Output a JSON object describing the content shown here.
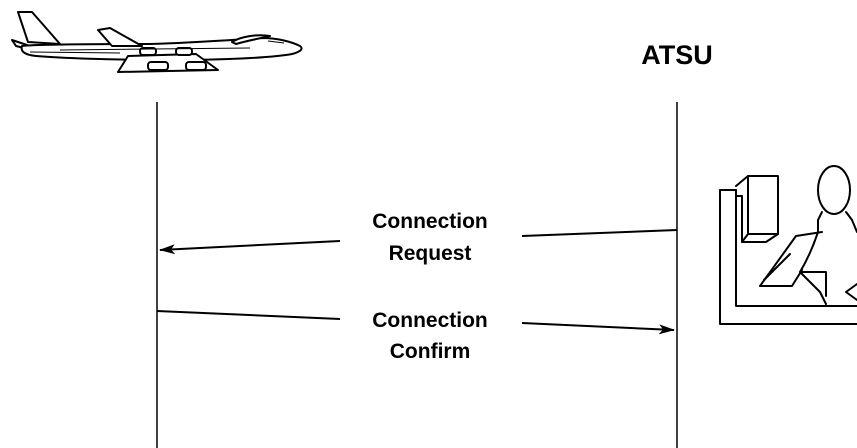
{
  "participants": {
    "aircraft_icon": "airplane-icon",
    "atsu_label": "ATSU",
    "controller_icon": "controller-workstation-icon"
  },
  "messages": [
    {
      "line1": "Connection",
      "line2": "Request",
      "direction": "atsu-to-aircraft"
    },
    {
      "line1": "Connection",
      "line2": "Confirm",
      "direction": "aircraft-to-atsu"
    }
  ],
  "colors": {
    "ink": "#000000",
    "background": "#ffffff"
  }
}
